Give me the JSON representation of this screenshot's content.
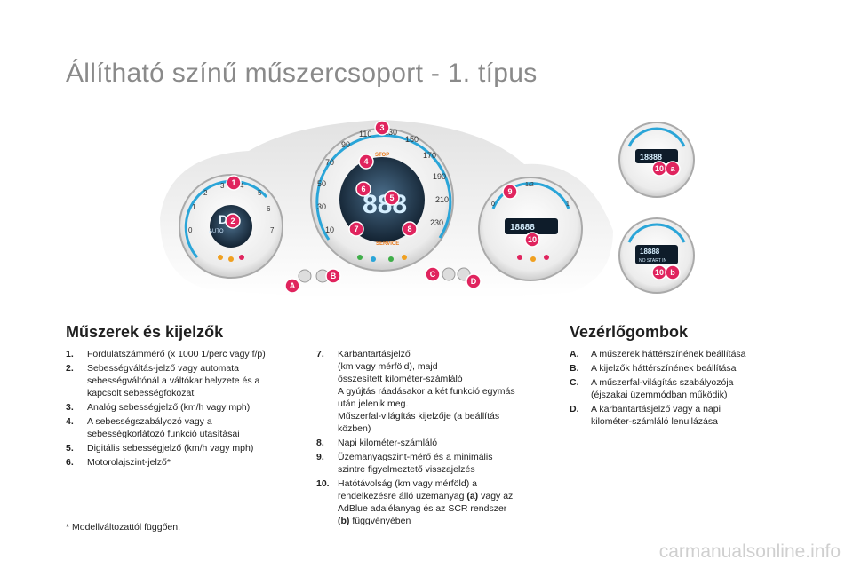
{
  "title": "Állítható színű műszercsoport - 1. típus",
  "left_section": {
    "heading": "Műszerek és kijelzők",
    "items": [
      {
        "num": "1.",
        "lines": [
          "Fordulatszámmérő (x 1000 1/perc vagy f/p)"
        ]
      },
      {
        "num": "2.",
        "lines": [
          "Sebességváltás-jelző vagy automata",
          "sebességváltónál a váltókar helyzete és a",
          "kapcsolt sebességfokozat"
        ]
      },
      {
        "num": "3.",
        "lines": [
          "Analóg sebességjelző (km/h vagy mph)"
        ]
      },
      {
        "num": "4.",
        "lines": [
          "A sebességszabályozó vagy a",
          "sebességkorlátozó funkció utasításai"
        ]
      },
      {
        "num": "5.",
        "lines": [
          "Digitális sebességjelző (km/h vagy mph)"
        ]
      },
      {
        "num": "6.",
        "lines": [
          "Motorolajszint-jelző*"
        ]
      }
    ],
    "footnote": "* Modellváltozattól függően."
  },
  "middle_section": {
    "items": [
      {
        "num": "7.",
        "lines": [
          "Karbantartásjelző",
          "(km vagy mérföld), majd",
          "összesített kilométer-számláló",
          "A gyújtás ráadásakor a két funkció egymás",
          "után jelenik meg.",
          "Műszerfal-világítás kijelzője (a beállítás",
          "közben)"
        ]
      },
      {
        "num": "8.",
        "lines": [
          "Napi kilométer-számláló"
        ]
      },
      {
        "num": "9.",
        "lines": [
          "Üzemanyagszint-mérő és a minimális",
          "szintre figyelmeztető visszajelzés"
        ]
      }
    ],
    "item10": {
      "num": "10.",
      "line1": "Hatótávolság (km vagy mérföld) a",
      "line2_pre": "rendelkezésre álló üzemanyag ",
      "line2_bold": "(a)",
      "line2_post": " vagy az",
      "line3": "AdBlue adalélanyag és az SCR rendszer",
      "line4_bold": "(b)",
      "line4_post": " függvényében"
    }
  },
  "right_section": {
    "heading": "Vezérlőgombok",
    "items": [
      {
        "num": "A.",
        "lines": [
          "A műszerek háttérszínének beállítása"
        ]
      },
      {
        "num": "B.",
        "lines": [
          "A kijelzők háttérszínének beállítása"
        ]
      },
      {
        "num": "C.",
        "lines": [
          "A műszerfal-világítás szabályozója",
          "(éjszakai üzemmódban működik)"
        ]
      },
      {
        "num": "D.",
        "lines": [
          "A karbantartásjelző vagy a napi",
          "kilométer-számláló lenullázása"
        ]
      }
    ]
  },
  "diagram": {
    "callouts": [
      "1",
      "2",
      "3",
      "4",
      "5",
      "6",
      "7",
      "8",
      "9",
      "10",
      "A",
      "B",
      "C",
      "D"
    ],
    "tacho_ticks": [
      "0",
      "1",
      "2",
      "3",
      "4",
      "5",
      "6",
      "7"
    ],
    "speed_ticks": [
      "10",
      "30",
      "50",
      "70",
      "90",
      "110",
      "130",
      "150",
      "170",
      "190",
      "210",
      "230"
    ],
    "gear_display": "D",
    "auto_label": "AUTO",
    "stop_label": "STOP",
    "service_label": "SERVICE",
    "digital_speed": "888",
    "fuel_ticks": [
      "0",
      "1/2",
      "1"
    ],
    "range_display": "18888",
    "callout_ab_1": [
      "10",
      "a"
    ],
    "callout_ab_2": [
      "10",
      "b"
    ],
    "no_start_text": "NO START IN",
    "callout_color": "#e0245e",
    "dial_color": "#e9e9e9",
    "blue_accent": "#2aa5d8"
  },
  "watermark": "carmanualsonline.info"
}
